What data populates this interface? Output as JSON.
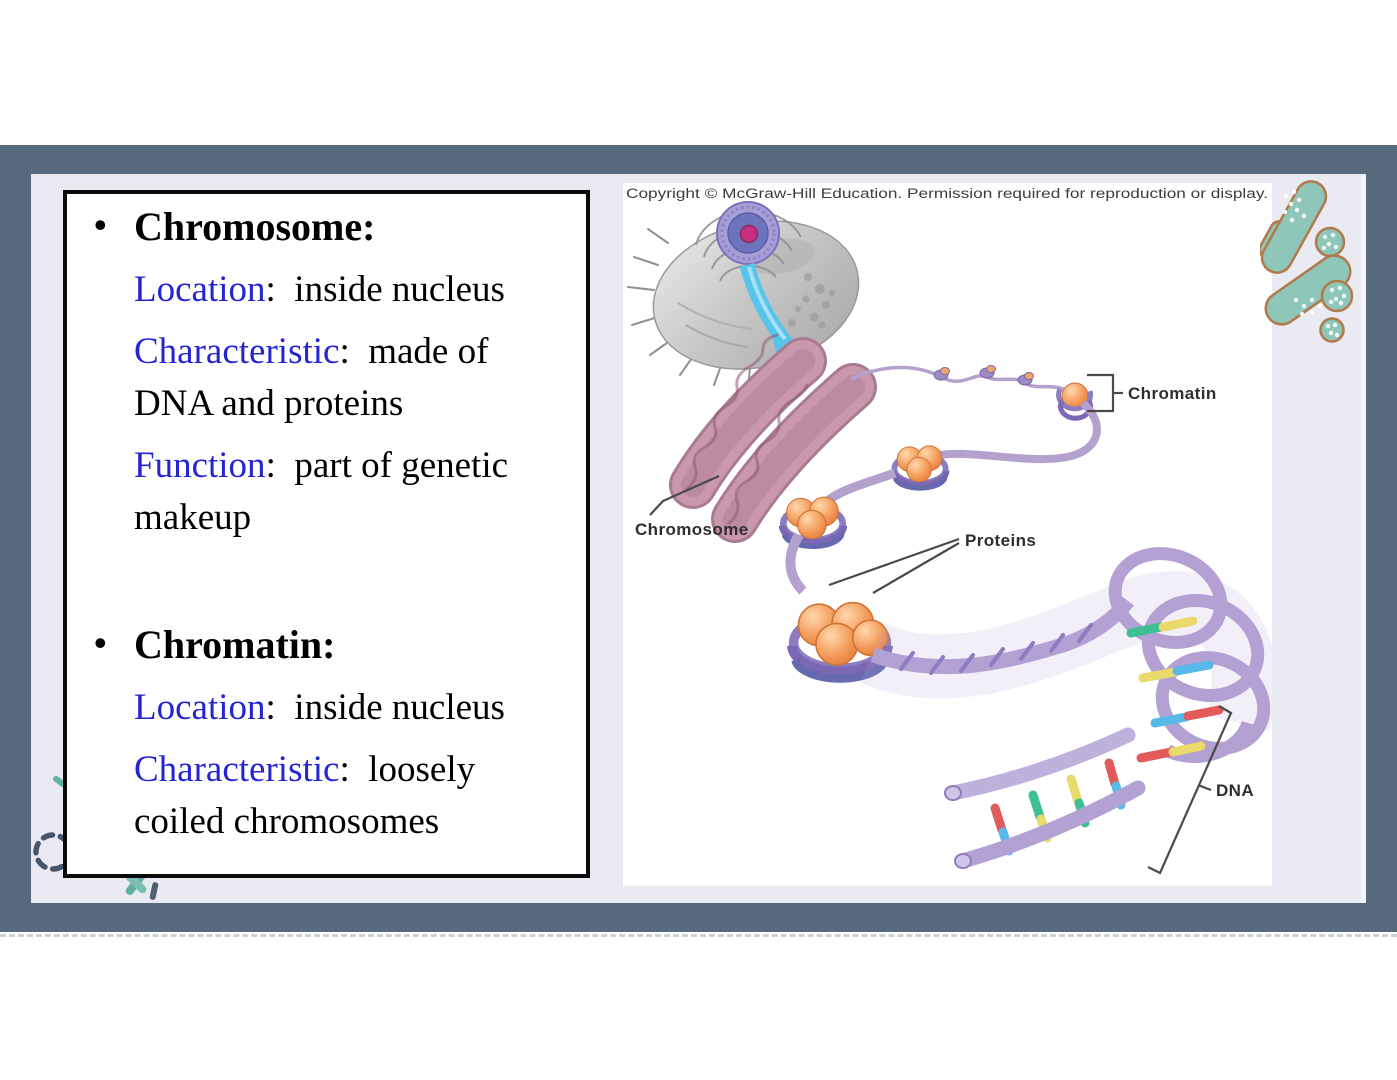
{
  "panel": {
    "bullet": "•",
    "sections": [
      {
        "title": "Chromosome:",
        "items": [
          {
            "label": "Location",
            "sep": ":  ",
            "text": "inside nucleus"
          },
          {
            "label": "Characteristic",
            "sep": ":  ",
            "text": "made of DNA and proteins"
          },
          {
            "label": "Function",
            "sep": ":  ",
            "text": "part of genetic makeup"
          }
        ]
      },
      {
        "title": "Chromatin:",
        "items": [
          {
            "label": "Location",
            "sep": ":  ",
            "text": "inside nucleus"
          },
          {
            "label": "Characteristic",
            "sep": ":  ",
            "text": "loosely coiled chromosomes"
          }
        ]
      }
    ]
  },
  "figure": {
    "copyright": "Copyright © McGraw-Hill Education. Permission required for reproduction or display.",
    "labels": {
      "chromatin": "Chromatin",
      "chromosome": "Chromosome",
      "proteins": "Proteins",
      "dna": "DNA"
    }
  },
  "colors": {
    "band": "#566a7c",
    "surface": "#e9eaf2",
    "term_blue": "#2424d2",
    "box_border": "#0a0a0a",
    "figure_bg": "#ffffff",
    "microbe_teal": "#8ec7b9",
    "microbe_outline": "#b17a4a",
    "doodle_slate": "#46566b",
    "chromosome_pink": "#c998ad",
    "strand_purple": "#b3a2ce",
    "histone_orange": "#f49d5c",
    "arrow_cyan": "#57c4eb",
    "rung_red": "#e25b5b",
    "rung_yellow": "#ead96b",
    "rung_green": "#3fbf95",
    "rung_cyan": "#57b9e8"
  }
}
